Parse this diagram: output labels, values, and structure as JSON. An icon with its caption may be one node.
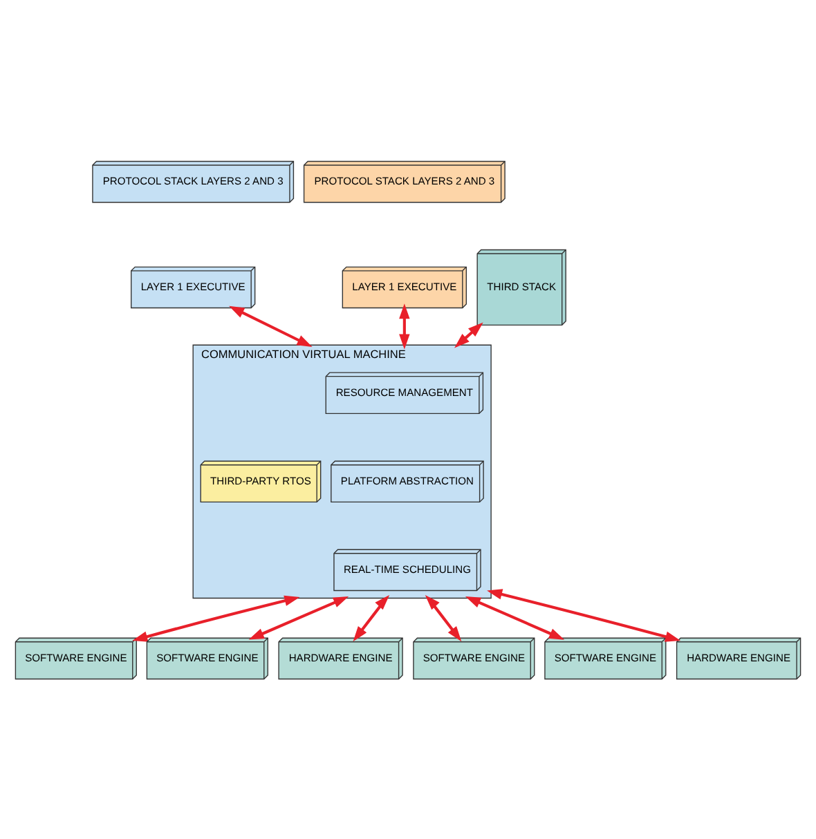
{
  "diagram": {
    "nodes": [
      {
        "text": [
          "PROTOCOL STACK LAYERS 2 AND 3"
        ]
      },
      {
        "text": [
          "PROTOCOL STACK LAYERS 2 AND 3"
        ]
      },
      {
        "text": [
          "THIRD STACK"
        ]
      },
      {
        "text": [
          "LAYER 1 EXECUTIVE"
        ]
      },
      {
        "text": [
          "LAYER 1 EXECUTIVE"
        ]
      },
      {
        "text": [
          "COMMUNICATION VIRTUAL MACHINE"
        ]
      },
      {
        "text": [
          "RESOURCE MANAGEMENT"
        ],
        "in": 5
      },
      {
        "text": [
          "PLATFORM ABSTRACTION"
        ],
        "in": 5
      },
      {
        "text": [
          "THIRD-PARTY RTOS"
        ],
        "in": 5
      },
      {
        "text": [
          "REAL-TIME SCHEDULING"
        ],
        "in": 5
      },
      {
        "text": [
          "SOFTWARE ENGINE"
        ]
      },
      {
        "text": [
          "SOFTWARE ENGINE"
        ]
      },
      {
        "text": [
          "HARDWARE ENGINE"
        ]
      },
      {
        "text": [
          "SOFTWARE ENGINE"
        ]
      },
      {
        "text": [
          "SOFTWARE ENGINE"
        ]
      },
      {
        "text": [
          "HARDWARE ENGINE"
        ]
      }
    ],
    "edges": [
      {
        "from": 3,
        "to": 5,
        "arrow": "both"
      },
      {
        "from": 4,
        "to": 5,
        "arrow": "both"
      },
      {
        "from": 2,
        "to": 5,
        "arrow": "both"
      },
      {
        "from": 5,
        "to": 10,
        "arrow": "both"
      },
      {
        "from": 5,
        "to": 11,
        "arrow": "both"
      },
      {
        "from": 5,
        "to": 12,
        "arrow": "both"
      },
      {
        "from": 5,
        "to": 13,
        "arrow": "both"
      },
      {
        "from": 5,
        "to": 14,
        "arrow": "both"
      },
      {
        "from": 5,
        "to": 15,
        "arrow": "both"
      }
    ]
  }
}
